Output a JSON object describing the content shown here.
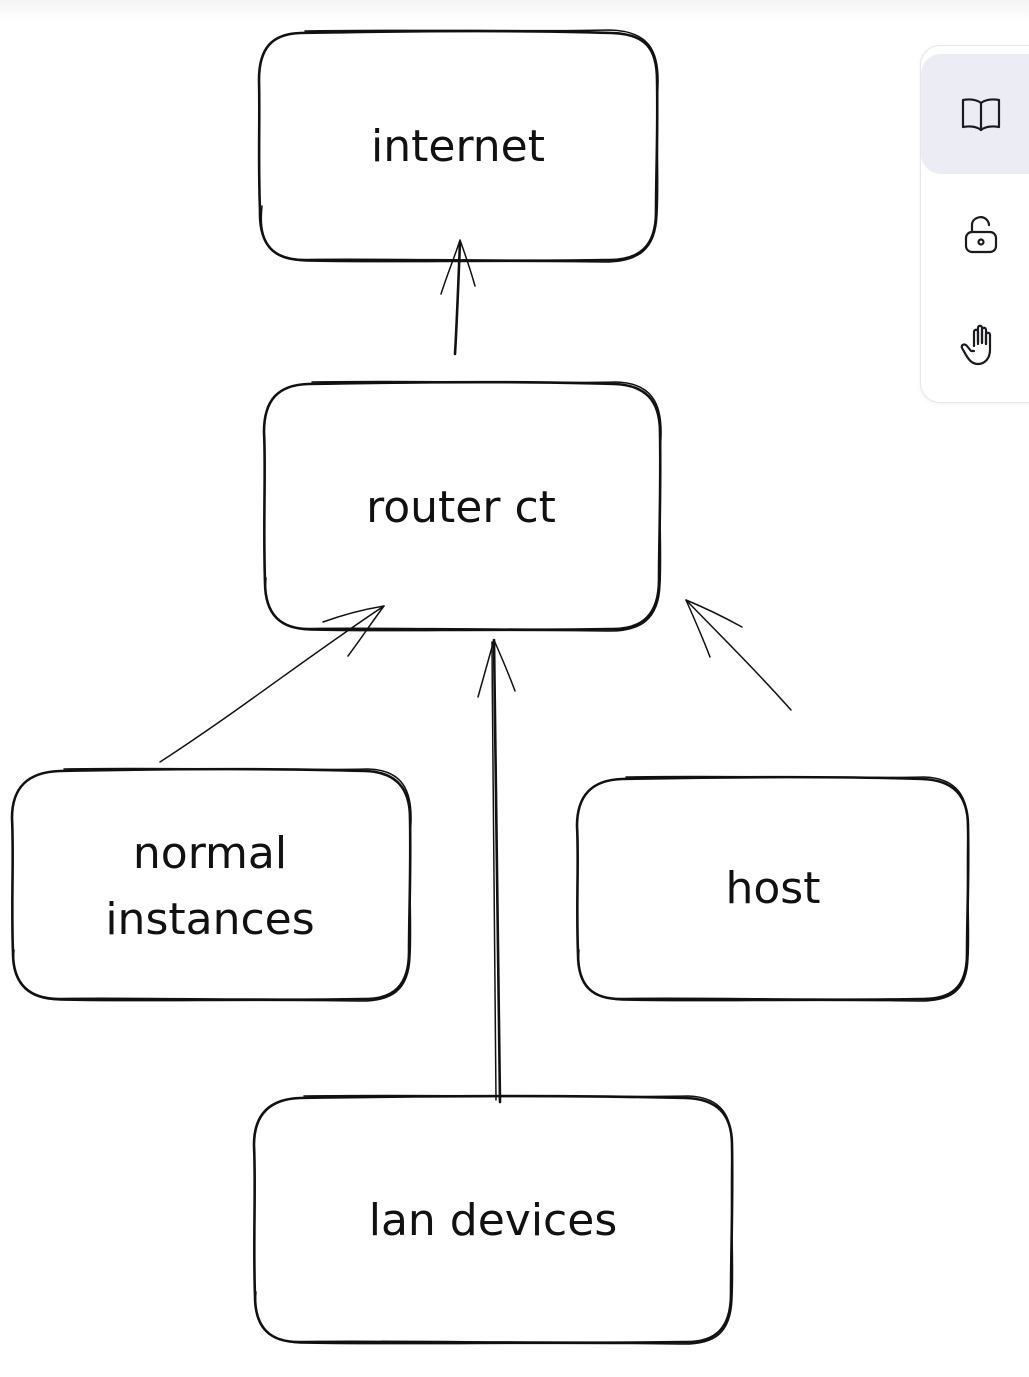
{
  "diagram": {
    "nodes": {
      "internet": {
        "label": "internet"
      },
      "router": {
        "label": "router ct"
      },
      "normal_instances": {
        "label_line1": "normal",
        "label_line2": "instances"
      },
      "host": {
        "label": "host"
      },
      "lan_devices": {
        "label": "lan devices"
      }
    },
    "edges": [
      {
        "from": "router ct",
        "to": "internet"
      },
      {
        "from": "normal instances",
        "to": "router ct"
      },
      {
        "from": "lan devices",
        "to": "router ct"
      },
      {
        "from": "host",
        "to": "router ct"
      }
    ]
  },
  "toolbar": {
    "tools": [
      {
        "name": "library",
        "icon": "book-open-icon",
        "active": true
      },
      {
        "name": "lock",
        "icon": "unlock-icon",
        "active": false
      },
      {
        "name": "pan",
        "icon": "hand-icon",
        "active": false
      }
    ]
  },
  "colors": {
    "stroke": "#111111",
    "panel_active": "#ececf4",
    "panel_border": "#e6e6ec"
  }
}
